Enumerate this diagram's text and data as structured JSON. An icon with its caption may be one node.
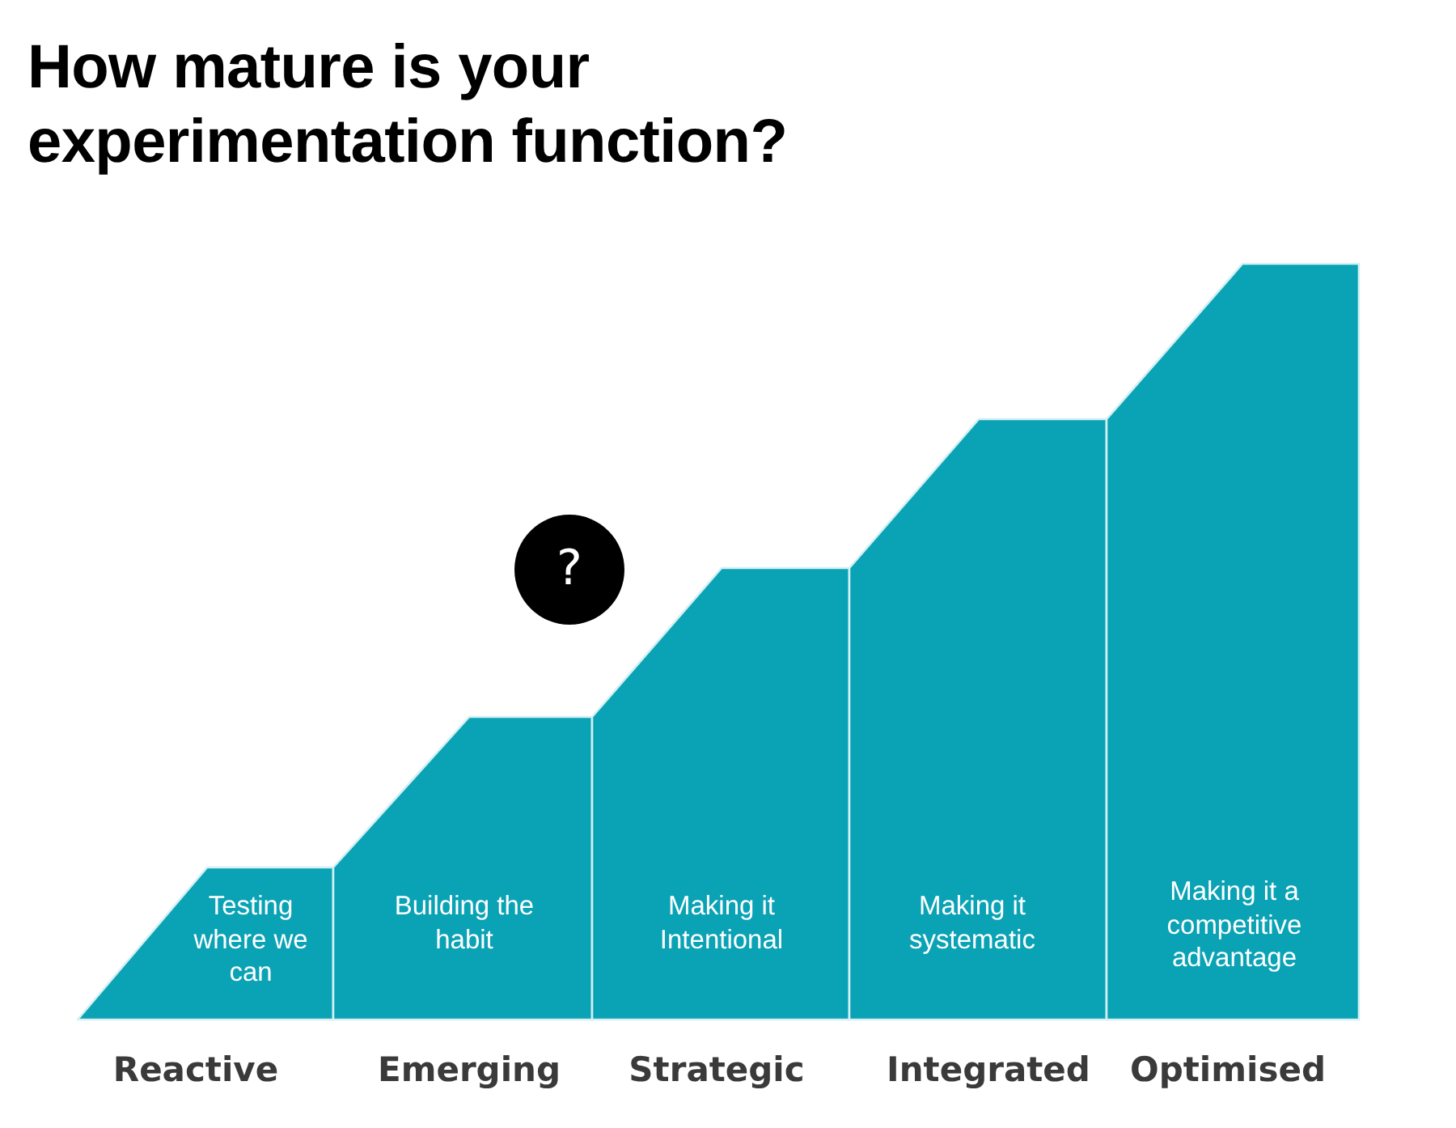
{
  "diagram": {
    "title": "How mature is your experimentation function?",
    "nodes": [
      {
        "text": [
          "Testing where we can"
        ],
        "beside": [
          "Reactive"
        ]
      },
      {
        "text": [
          "Building the habit"
        ],
        "beside": [
          "Emerging"
        ]
      },
      {
        "text": [
          "Making it Intentional"
        ],
        "beside": [
          "Strategic"
        ]
      },
      {
        "text": [
          "Making it systematic"
        ],
        "beside": [
          "Integrated"
        ]
      },
      {
        "text": [
          "Making it a competitive advantage"
        ],
        "beside": [
          "Optimised"
        ]
      },
      {
        "text": [
          "?"
        ]
      }
    ],
    "edges": []
  }
}
